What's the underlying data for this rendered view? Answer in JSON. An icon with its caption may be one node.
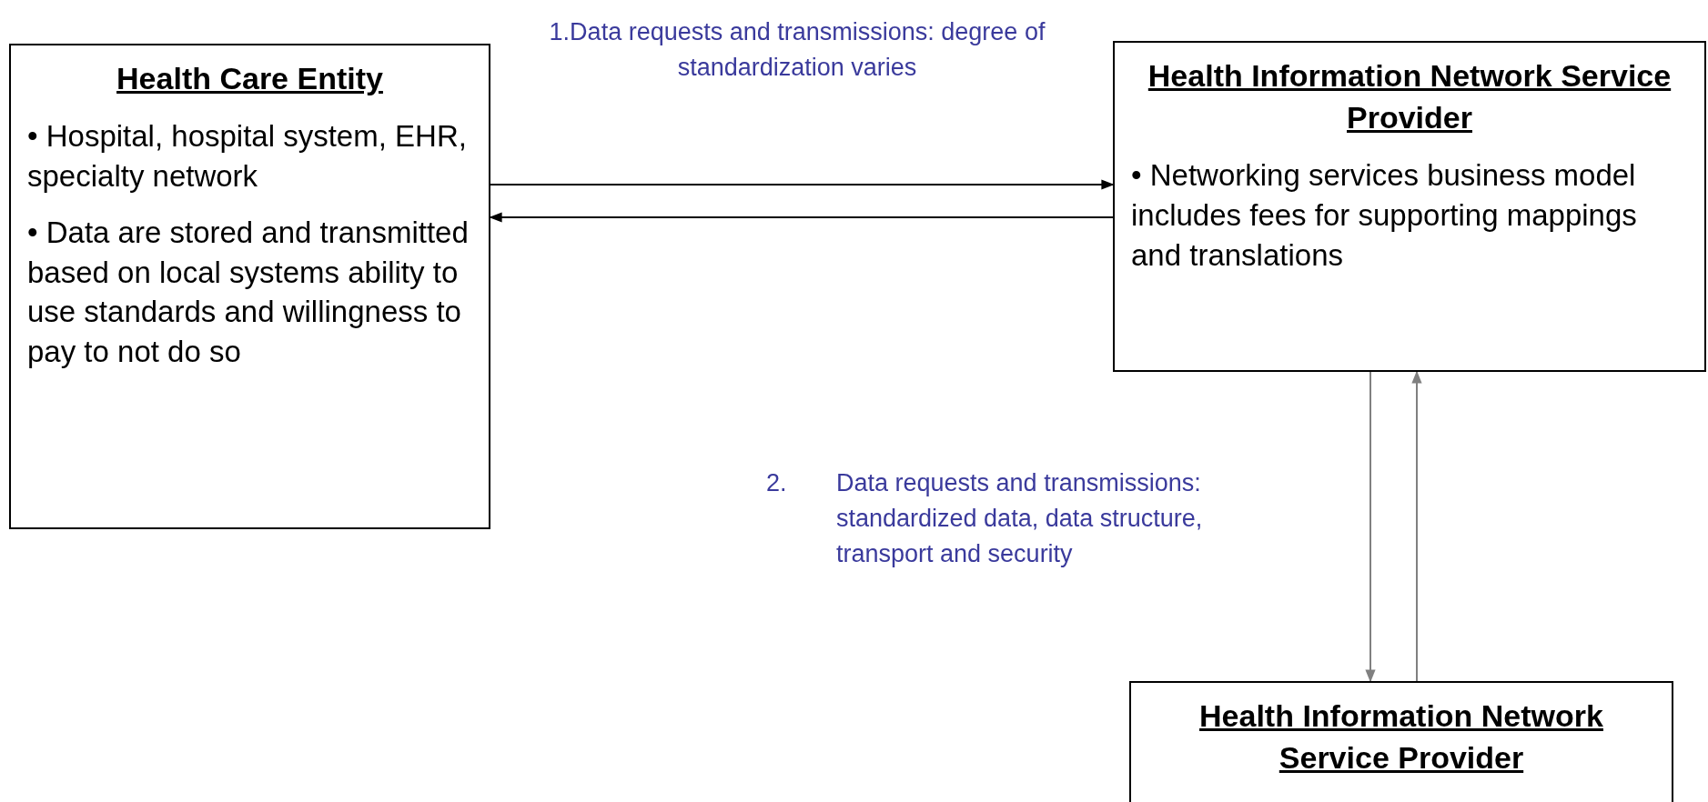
{
  "diagram": {
    "nodes": [
      {
        "text": [
          "Health Care Entity",
          "• Hospital, hospital system, EHR, specialty network",
          "• Data are stored and transmitted based on local systems ability to use standards and willingness to pay to not do so"
        ]
      },
      {
        "text": [
          "Health Information Network Service Provider",
          "• Networking services business model includes fees for supporting mappings and translations"
        ]
      },
      {
        "text": [
          "Health Information Network Service Provider"
        ]
      }
    ],
    "edges": [
      {
        "from": 0,
        "to": 1,
        "arrow": "to"
      },
      {
        "from": 1,
        "to": 0,
        "arrow": "to"
      },
      {
        "from": 1,
        "to": 2,
        "arrow": "to",
        "color": "#808080"
      },
      {
        "from": 2,
        "to": 1,
        "arrow": "to",
        "color": "#808080"
      }
    ],
    "labels": [
      "1.Data requests and transmissions: degree of standardization varies",
      "2.",
      "Data requests and transmissions: standardized data, data structure, transport and security"
    ]
  }
}
